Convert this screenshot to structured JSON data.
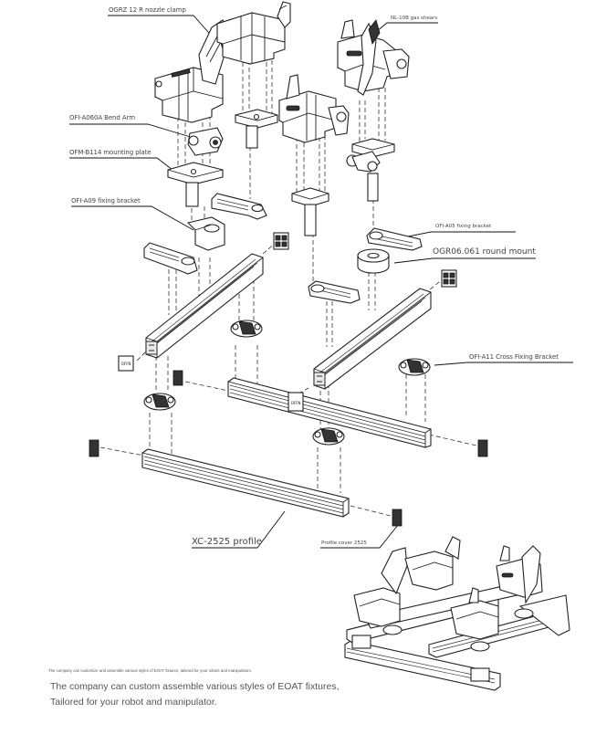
{
  "diagram": {
    "type": "exploded-assembly",
    "subject": "EOAT fixture assembly"
  },
  "labels": {
    "nozzle_clamp": "OGRZ 12 R nozzle clamp",
    "gas_shears": "NL-10B gas shears",
    "bend_arm": "OFI-A060A Bend Arm",
    "mounting_plate": "OFM-B114 mounting plate",
    "fixing_bracket_a09": "OFI-A09 fixing bracket",
    "fixing_bracket_a05": "OFI-A05 fixing bracket",
    "round_mount": "OGR06.061 round mount",
    "cross_fixing_bracket": "OFI-A11 Cross Fixing Bracket",
    "profile": "XC-2525 profile",
    "profile_cover": "Profile cover 2525"
  },
  "captions": {
    "small": "The company can customize and assemble various styles of EOAT fixtures, tailored for your robots and manipulators.",
    "line1": "The company can custom assemble various styles of EOAT fixtures,",
    "line2": "Tailored for your robot and manipulator."
  },
  "endcap_text": "OFFN"
}
